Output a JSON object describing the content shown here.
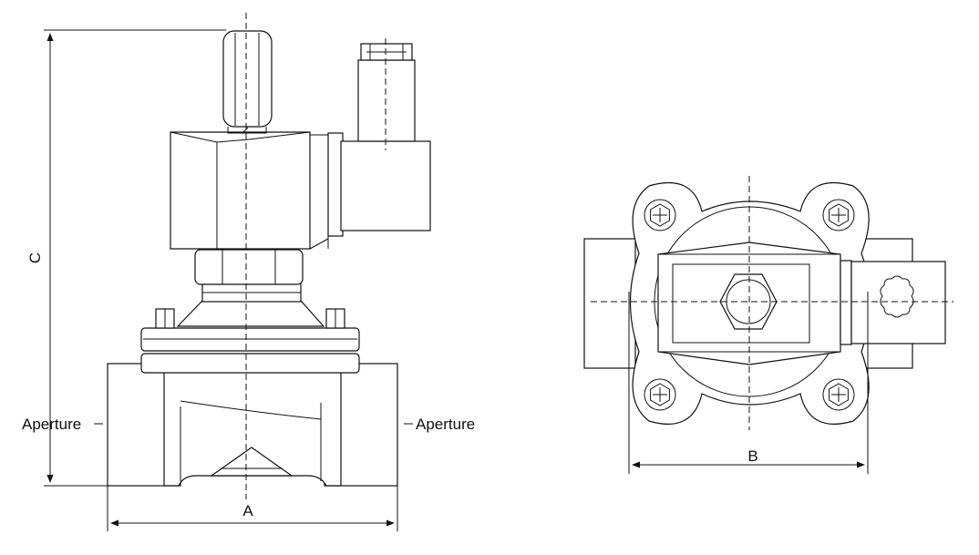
{
  "labels": {
    "dim_a": "A",
    "dim_b": "B",
    "dim_c": "C",
    "aperture_left": "Aperture",
    "aperture_right": "Aperture"
  },
  "colors": {
    "line": "#111111",
    "background": "#ffffff"
  }
}
